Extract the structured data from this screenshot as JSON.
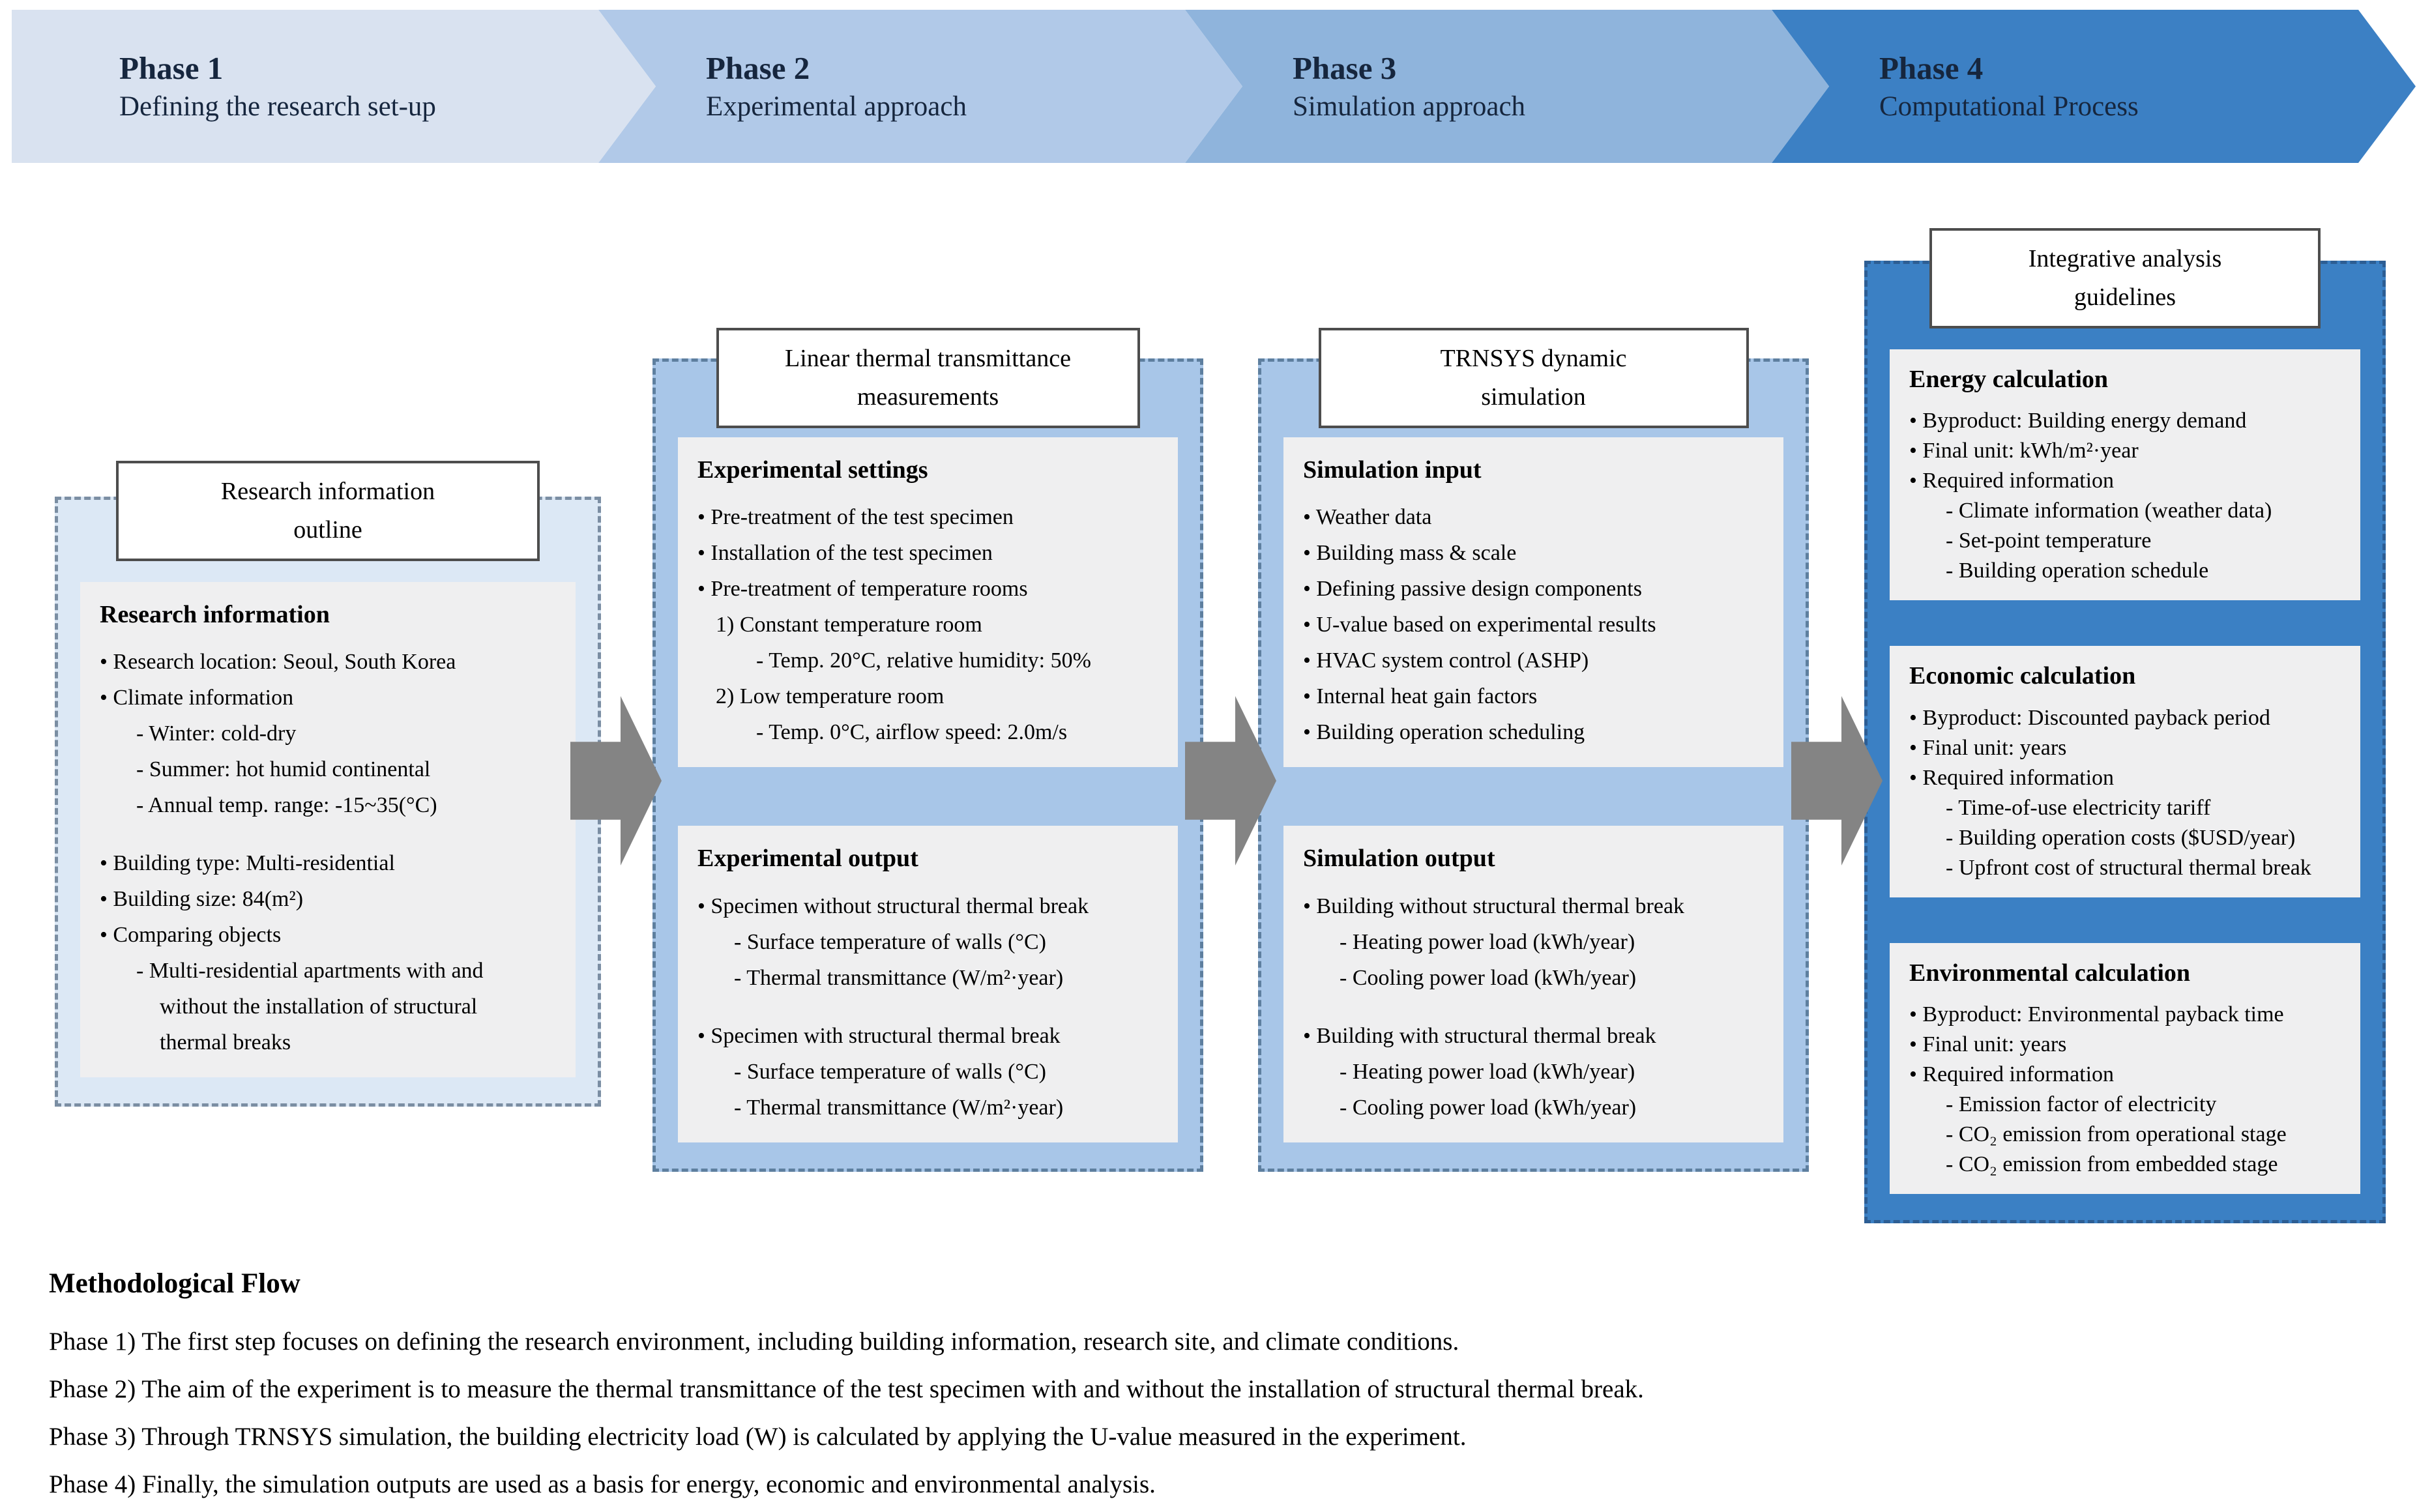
{
  "colors": {
    "chevron1": "#d9e2f0",
    "chevron2": "#b1c9e8",
    "chevron3": "#8fb4dc",
    "chevron4": "#3c80c4",
    "phase1_fill": "#dce8f5",
    "phase23_fill": "#a8c6e8",
    "phase4_fill": "#3b80c4",
    "inner_box_fill": "#efeff0",
    "arrow": "#848484",
    "chevron_text": "#16263e"
  },
  "chevrons": [
    {
      "phase": "Phase 1",
      "label": "Defining the research set-up",
      "color": "#d9e2f0"
    },
    {
      "phase": "Phase 2",
      "label": "Experimental approach",
      "color": "#b1c9e8"
    },
    {
      "phase": "Phase 3",
      "label": "Simulation approach",
      "color": "#8fb4dc"
    },
    {
      "phase": "Phase 4",
      "label": "Computational Process",
      "color": "#3c80c4"
    }
  ],
  "phase1": {
    "title": [
      "Research information",
      "outline"
    ],
    "box": {
      "heading": "Research information",
      "lines": [
        {
          "t": "• Research location: Seoul, South Korea"
        },
        {
          "t": "• Climate information"
        },
        {
          "t": "- Winter: cold-dry",
          "i": 1
        },
        {
          "t": "- Summer: hot humid continental",
          "i": 1
        },
        {
          "t": "- Annual temp. range: -15~35(°C)",
          "i": 1
        },
        {
          "t": "• Building type: Multi-residential",
          "g": 1
        },
        {
          "t": "• Building size: 84(m²)"
        },
        {
          "t": "• Comparing objects"
        },
        {
          "t": "- Multi-residential apartments with and",
          "i": 1
        },
        {
          "t": "without the installation of structural",
          "i": 2
        },
        {
          "t": "thermal breaks",
          "i": 2
        }
      ]
    }
  },
  "phase2": {
    "title": [
      "Linear thermal transmittance",
      "measurements"
    ],
    "box1": {
      "heading": "Experimental settings",
      "lines": [
        {
          "t": "• Pre-treatment of the test specimen"
        },
        {
          "t": "• Installation of the test specimen"
        },
        {
          "t": "• Pre-treatment of temperature rooms"
        },
        {
          "t": "1) Constant temperature room",
          "i": 3
        },
        {
          "t": "- Temp. 20°C, relative humidity: 50%",
          "i": 4
        },
        {
          "t": "2) Low temperature room",
          "i": 3
        },
        {
          "t": "- Temp. 0°C, airflow speed: 2.0m/s",
          "i": 4
        }
      ]
    },
    "box2": {
      "heading": "Experimental output",
      "lines": [
        {
          "t": "• Specimen without structural thermal break"
        },
        {
          "t": "- Surface temperature of walls (°C)",
          "i": 1
        },
        {
          "t": "- Thermal transmittance (W/m²·year)",
          "i": 1
        },
        {
          "t": "• Specimen with structural thermal break",
          "g": 1
        },
        {
          "t": "- Surface temperature of walls (°C)",
          "i": 1
        },
        {
          "t": "- Thermal transmittance (W/m²·year)",
          "i": 1
        }
      ]
    }
  },
  "phase3": {
    "title": [
      "TRNSYS dynamic",
      "simulation"
    ],
    "box1": {
      "heading": "Simulation input",
      "lines": [
        {
          "t": "• Weather data"
        },
        {
          "t": "• Building mass & scale"
        },
        {
          "t": "• Defining passive design components"
        },
        {
          "t": "• U-value based on experimental results"
        },
        {
          "t": "• HVAC system control (ASHP)"
        },
        {
          "t": "• Internal heat gain factors"
        },
        {
          "t": "• Building operation scheduling"
        }
      ]
    },
    "box2": {
      "heading": "Simulation output",
      "lines": [
        {
          "t": "• Building without structural thermal break"
        },
        {
          "t": "- Heating power load (kWh/year)",
          "i": 1
        },
        {
          "t": "- Cooling power load (kWh/year)",
          "i": 1
        },
        {
          "t": "• Building with structural thermal break",
          "g": 1
        },
        {
          "t": "- Heating power load (kWh/year)",
          "i": 1
        },
        {
          "t": "- Cooling power load (kWh/year)",
          "i": 1
        }
      ]
    }
  },
  "phase4": {
    "title": [
      "Integrative analysis",
      "guidelines"
    ],
    "box1": {
      "heading": "Energy calculation",
      "lines": [
        {
          "t": "• Byproduct: Building energy demand"
        },
        {
          "t": "• Final unit: kWh/m²·year"
        },
        {
          "t": "• Required information"
        },
        {
          "t": "- Climate information (weather data)",
          "i": 1
        },
        {
          "t": "- Set-point temperature",
          "i": 1
        },
        {
          "t": "- Building operation schedule",
          "i": 1
        }
      ]
    },
    "box2": {
      "heading": "Economic calculation",
      "lines": [
        {
          "t": "• Byproduct: Discounted payback period"
        },
        {
          "t": "• Final unit: years"
        },
        {
          "t": "• Required information"
        },
        {
          "t": "- Time-of-use electricity tariff",
          "i": 1
        },
        {
          "t": "- Building operation costs ($USD/year)",
          "i": 1
        },
        {
          "t": "- Upfront cost of structural thermal break",
          "i": 1
        }
      ]
    },
    "box3": {
      "heading": "Environmental calculation",
      "lines": [
        {
          "t": "• Byproduct: Environmental payback time"
        },
        {
          "t": "• Final unit: years"
        },
        {
          "t": "• Required information"
        },
        {
          "t": "- Emission factor of electricity",
          "i": 1
        },
        {
          "t": "- CO₂ emission from operational stage",
          "i": 1
        },
        {
          "t": "- CO₂ emission from embedded stage",
          "i": 1
        }
      ]
    }
  },
  "footer": {
    "heading": "Methodological Flow",
    "lines": [
      "Phase 1) The first step focuses on defining the research environment, including building information, research site, and climate conditions.",
      "Phase 2) The aim of the experiment is to measure the thermal transmittance of the test specimen with and without the installation of structural thermal break.",
      "Phase 3) Through TRNSYS simulation, the building electricity load (W) is calculated by applying the U-value measured in the experiment.",
      "Phase 4) Finally, the simulation outputs are used as a basis for energy, economic and environmental analysis."
    ]
  }
}
